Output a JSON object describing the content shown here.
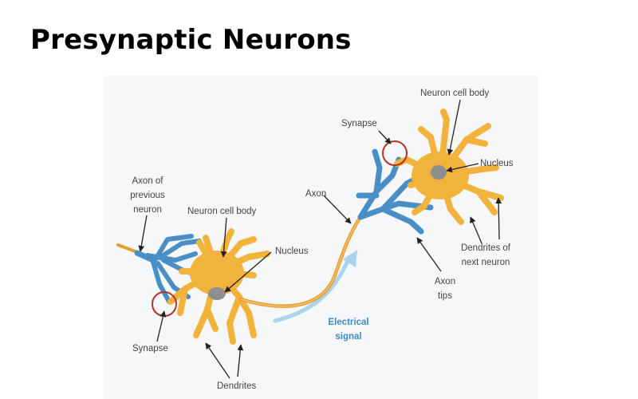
{
  "title": "Presynaptic Neurons",
  "labels": {
    "axon_prev_line1": "Axon of",
    "axon_prev_line2": "previous",
    "axon_prev_line3": "neuron",
    "cell_body_left": "Neuron cell body",
    "nucleus_left": "Nucleus",
    "synapse_left": "Synapse",
    "dendrites": "Dendrites",
    "signal_line1": "Electrical",
    "signal_line2": "signal",
    "axon": "Axon",
    "synapse_right": "Synapse",
    "cell_body_right": "Neuron cell body",
    "nucleus_right": "Nucleus",
    "dendrites_next_line1": "Dendrites of",
    "dendrites_next_line2": "next neuron",
    "axon_tips_line1": "Axon",
    "axon_tips_line2": "tips"
  },
  "colors": {
    "neuron": "#f2b33d",
    "axon_terminal": "#4a8ec6",
    "nucleus": "#8e8e8e",
    "synapse_ring": "#b0342b",
    "signal_arrow": "#a9d4ec",
    "signal_text": "#3b8bc2"
  }
}
